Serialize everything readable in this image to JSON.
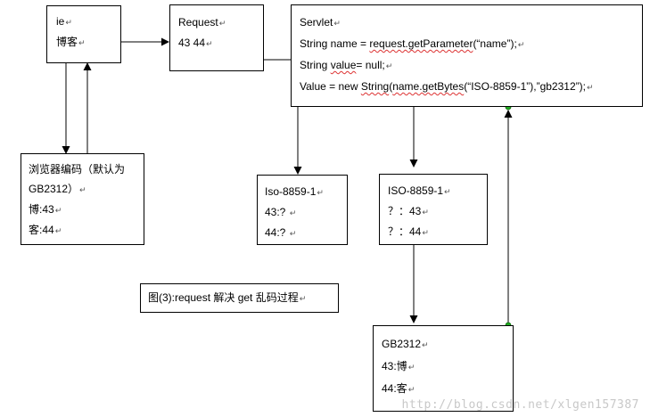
{
  "ie_box": {
    "line1": "ie",
    "line2": "博客"
  },
  "request_box": {
    "line1": "Request",
    "line2": "43 44"
  },
  "servlet_box": {
    "title": "Servlet",
    "code1_pre": "String name = ",
    "code1_squig": "request.getParameter",
    "code1_post": "(“name”);",
    "code2_pre": "String ",
    "code2_squig": "value",
    "code2_post": "= null;",
    "code3_pre": "Value = new ",
    "code3_squig": "String",
    "code3_mid": "(",
    "code3_squig2": "name.getBytes",
    "code3_post": "(“ISO-8859-1”),”gb2312”);"
  },
  "browser_box": {
    "line1": "浏览器编码（默认为",
    "line2": "GB2312）",
    "line3": "博:43",
    "line4": "客:44"
  },
  "iso_left_box": {
    "line1": "Iso-8859-1",
    "line2": "43:?",
    "line3": "44:?"
  },
  "iso_right_box": {
    "line1": "ISO-8859-1",
    "line2": "？：43",
    "line3": "？：44"
  },
  "gb_box": {
    "line1": "GB2312",
    "line2": "43:博",
    "line3": "44:客"
  },
  "caption": "图(3):request 解决 get 乱码过程",
  "paragraph_mark": "↵",
  "watermark": "http://blog.csdn.net/xlgen157387",
  "colors": {
    "line": "#000000",
    "handle": "#22aa22",
    "squiggle": "#dd3333"
  }
}
